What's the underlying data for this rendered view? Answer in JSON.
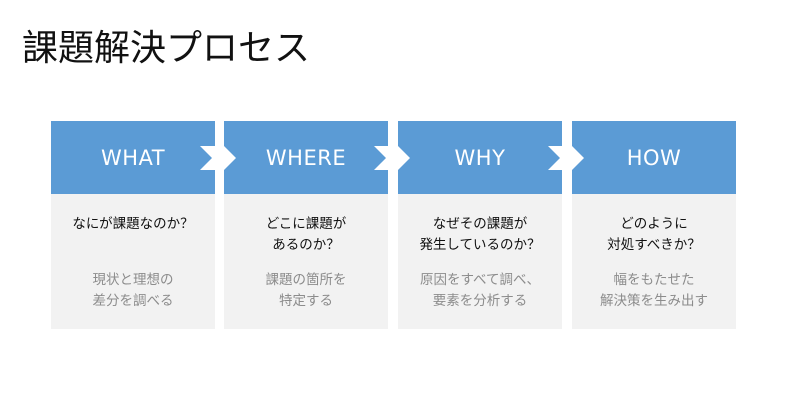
{
  "title": "課題解決プロセス",
  "steps": [
    {
      "header": "WHAT",
      "question": [
        "なにが課題なのか？"
      ],
      "answer": [
        "現状と理想の",
        "差分を調べる"
      ]
    },
    {
      "header": "WHERE",
      "question": [
        "どこに課題が",
        "あるのか？"
      ],
      "answer": [
        "課題の箇所を",
        "特定する"
      ]
    },
    {
      "header": "WHY",
      "question": [
        "なぜその課題が",
        "発生しているのか？"
      ],
      "answer": [
        "原因をすべて調べ、",
        "要素を分析する"
      ]
    },
    {
      "header": "HOW",
      "question": [
        "どのように",
        "対処すべきか？"
      ],
      "answer": [
        "幅をもたせた",
        "解決策を生み出す"
      ]
    }
  ],
  "colors": {
    "header_bg": "#5b9bd5",
    "body_bg": "#f2f2f2",
    "question_text": "#111111",
    "answer_text": "#8c8c8c",
    "arrow": "#ffffff"
  },
  "icons": {
    "connector": "chevron-right-icon"
  }
}
